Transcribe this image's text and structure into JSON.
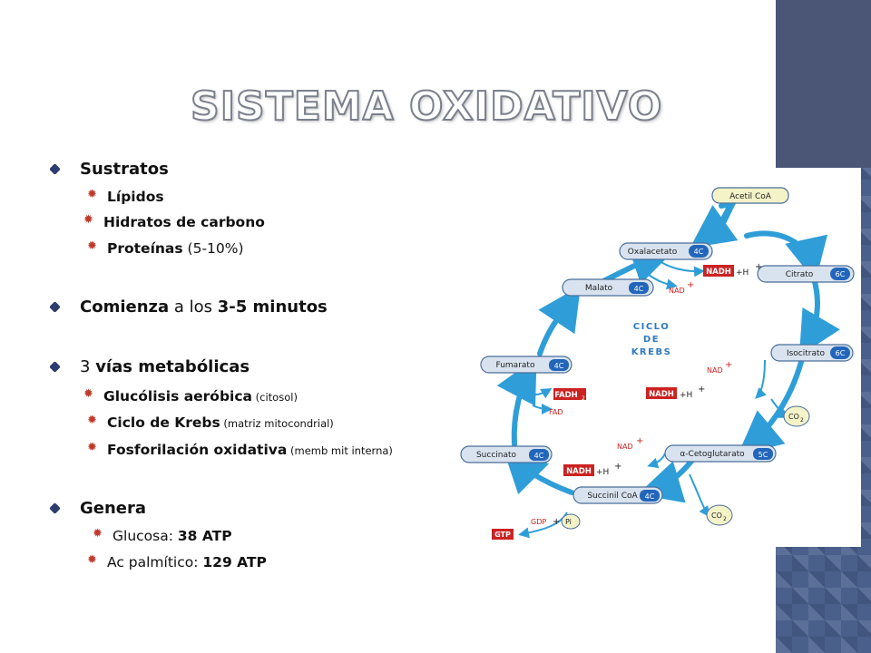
{
  "title": "SISTEMA OXIDATIVO",
  "sustratos": {
    "heading": "Sustratos",
    "lipidos": "Lípidos",
    "hidratos": "Hidratos de carbono",
    "proteinas": "Proteínas",
    "proteinas_pct": " (5-10%)"
  },
  "comienza": {
    "bold": "Comienza",
    "mid": " a los ",
    "time": "3-5 minutos"
  },
  "vias": {
    "num": "3 ",
    "heading": "vías metabólicas",
    "glucolisis": "Glucólisis aeróbica",
    "glucolisis_note": " (citosol)",
    "krebs": "Ciclo de Krebs",
    "krebs_note": " (matriz mitocondrial)",
    "fosfo": "Fosforilación oxidativa",
    "fosfo_note": " (memb mit interna)"
  },
  "genera": {
    "heading": "Genera",
    "glucosa_label": "Glucosa: ",
    "glucosa_val": "38 ATP",
    "palm_label": "Ac palmítico: ",
    "palm_val": "129 ATP"
  },
  "krebs_diagram": {
    "center_1": "CICLO",
    "center_2": "DE",
    "center_3": "KREBS",
    "acetil": "Acetil CoA",
    "oxalacetato": "Oxalacetato",
    "oxalacetato_c": "4C",
    "citrato": "Citrato",
    "citrato_c": "6C",
    "malato": "Malato",
    "malato_c": "4C",
    "isocitrato": "Isocitrato",
    "isocitrato_c": "6C",
    "fumarato": "Fumarato",
    "fumarato_c": "4C",
    "succinato": "Succinato",
    "succinato_c": "4C",
    "cetoglutarato": "α-Cetoglutarato",
    "cetoglutarato_c": "5C",
    "succinilcoa": "Succinil CoA",
    "succinilcoa_c": "4C",
    "nadh": "NADH",
    "h": "+H",
    "plus": "+",
    "nad": "NAD",
    "fadh": "FADH",
    "fadh_sub": "2",
    "fad": "FAD",
    "co": "CO",
    "co_sub": "2",
    "gdp": "GDP",
    "pi": "Pi",
    "gtp": "GTP"
  },
  "colors": {
    "arrow": "#2f9ed8",
    "node_fill": "#d9e3ef",
    "node_stroke": "#4a6e9a",
    "badge": "#2266bb",
    "red": "#cc2222",
    "bullet_l1": "#2c3d6e",
    "bullet_l2": "#c0392b"
  }
}
